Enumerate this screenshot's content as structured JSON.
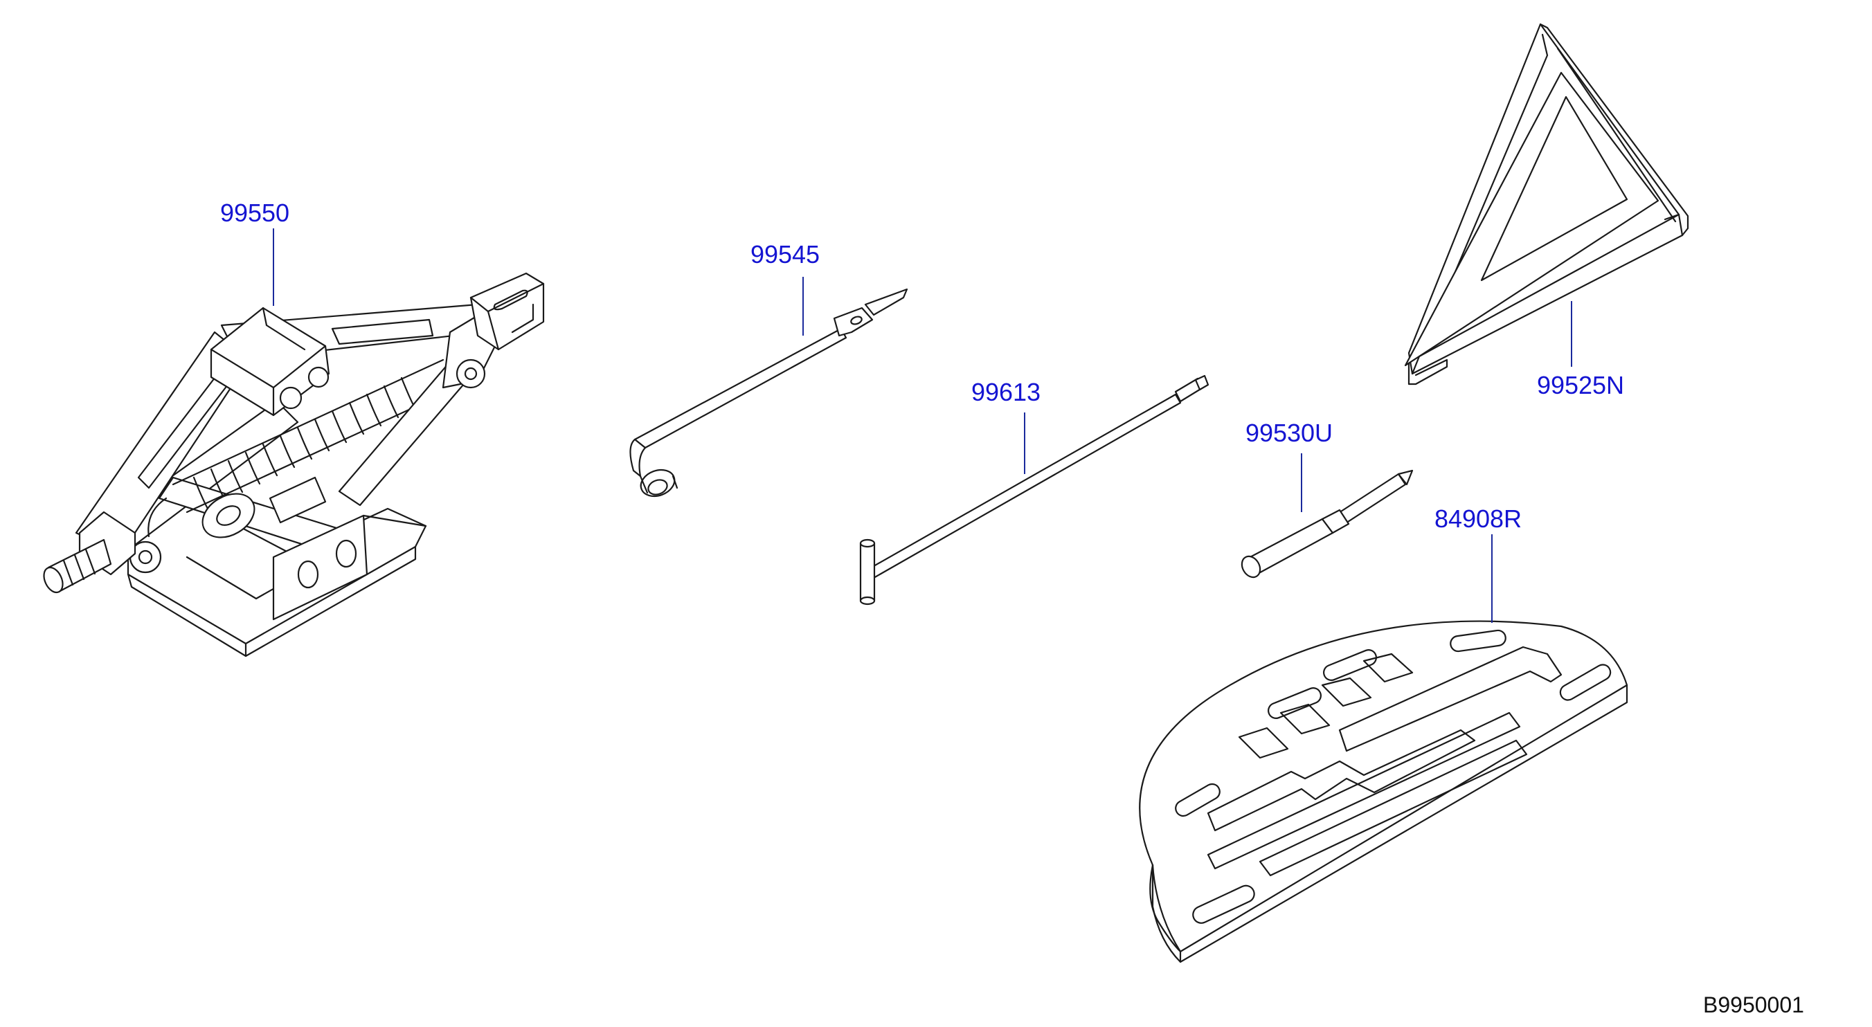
{
  "diagram": {
    "parts": [
      {
        "id": "jack",
        "number": "99550"
      },
      {
        "id": "wrench",
        "number": "99545"
      },
      {
        "id": "rod",
        "number": "99613"
      },
      {
        "id": "pin",
        "number": "99530U"
      },
      {
        "id": "triangle",
        "number": "99525N"
      },
      {
        "id": "tray",
        "number": "84908R"
      }
    ],
    "drawing_code": "B9950001",
    "colors": {
      "callout": "#1414d2",
      "leader": "#1b2a9c",
      "line": "#1a1a1a"
    }
  }
}
